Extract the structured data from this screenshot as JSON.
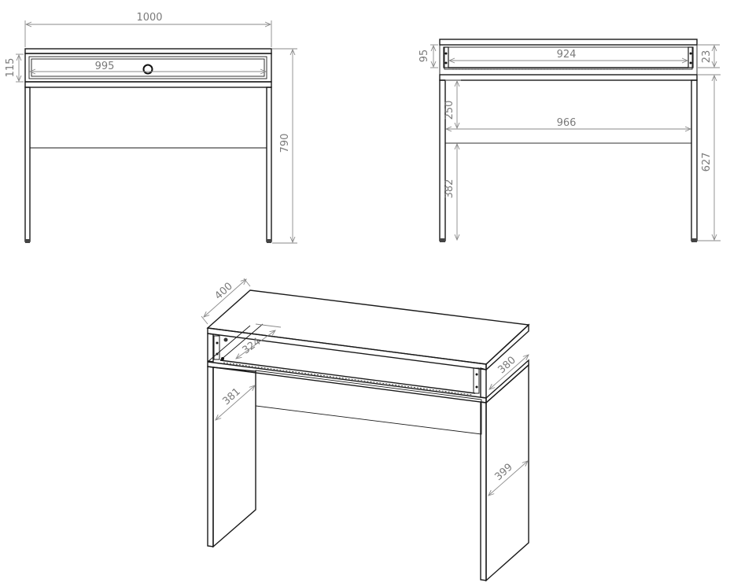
{
  "front_view": {
    "width_label": "1000",
    "drawer_width_label": "995",
    "drawer_height_label": "115",
    "total_height_label": "790"
  },
  "rear_view": {
    "drawer_height_label": "95",
    "drawer_inner_width_label": "924",
    "top_thickness_label": "23",
    "leg_spacing_label": "966",
    "upper_gap_label": "250",
    "lower_height_label": "382",
    "leg_height_label": "627"
  },
  "iso_view": {
    "depth_label": "400",
    "drawer_depth_label": "324",
    "side_depth_label": "380",
    "leg_depth_left_label": "381",
    "leg_depth_right_label": "399"
  }
}
